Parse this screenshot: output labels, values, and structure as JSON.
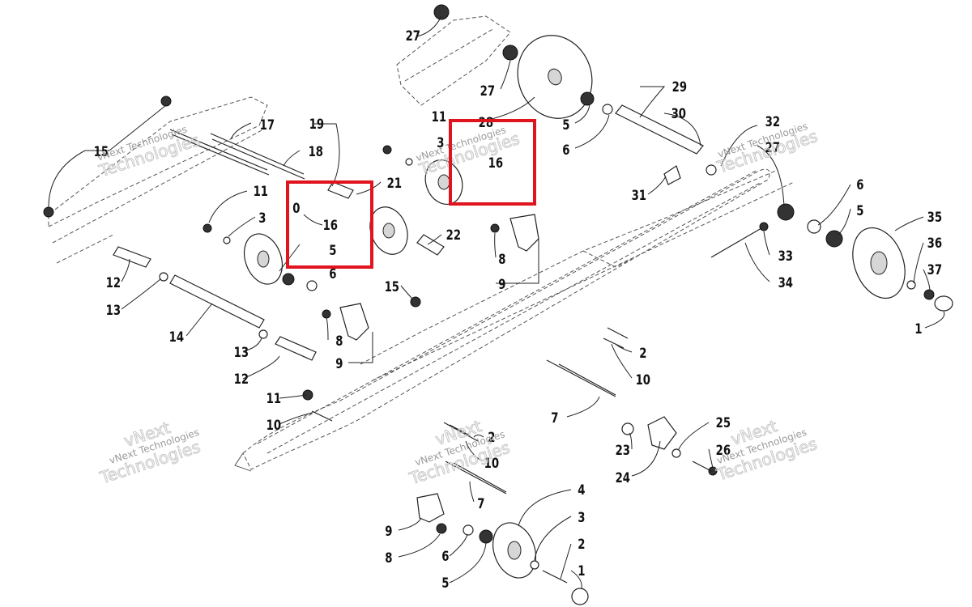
{
  "watermarks": {
    "line1": "vNext Technologies",
    "line2": "Technologies",
    "line2_alt": "vNext"
  },
  "highlight_color": "#e0141e",
  "labels": {
    "l27a": "27",
    "l27b": "27",
    "l28": "28",
    "l29": "29",
    "l30": "30",
    "l32": "32",
    "l27c": "27",
    "l11a": "11",
    "l3a": "3",
    "l16a": "16",
    "l5a": "5",
    "l6a": "6",
    "l31": "31",
    "l6b": "6",
    "l5b": "5",
    "l35": "35",
    "l36": "36",
    "l37": "37",
    "l1a": "1",
    "l33": "33",
    "l34": "34",
    "l17": "17",
    "l19": "19",
    "l18": "18",
    "l15a": "15",
    "l11b": "11",
    "l3b": "3",
    "l0": "0",
    "l16b": "16",
    "l5c": "5",
    "l6c": "6",
    "l21": "21",
    "l22": "22",
    "l8a": "8",
    "l9a": "9",
    "l12a": "12",
    "l13a": "13",
    "l14": "14",
    "l13b": "13",
    "l12b": "12",
    "l15b": "15",
    "l8b": "8",
    "l9b": "9",
    "l2a": "2",
    "l10a": "10",
    "l11c": "11",
    "l10b": "10",
    "l7a": "7",
    "l2b": "2",
    "l10c": "10",
    "l7b": "7",
    "l23": "23",
    "l24": "24",
    "l25": "25",
    "l26": "26",
    "l4": "4",
    "l3c": "3",
    "l2c": "2",
    "l1b": "1",
    "l9c": "9",
    "l8c": "8",
    "l6d": "6",
    "l5d": "5"
  }
}
